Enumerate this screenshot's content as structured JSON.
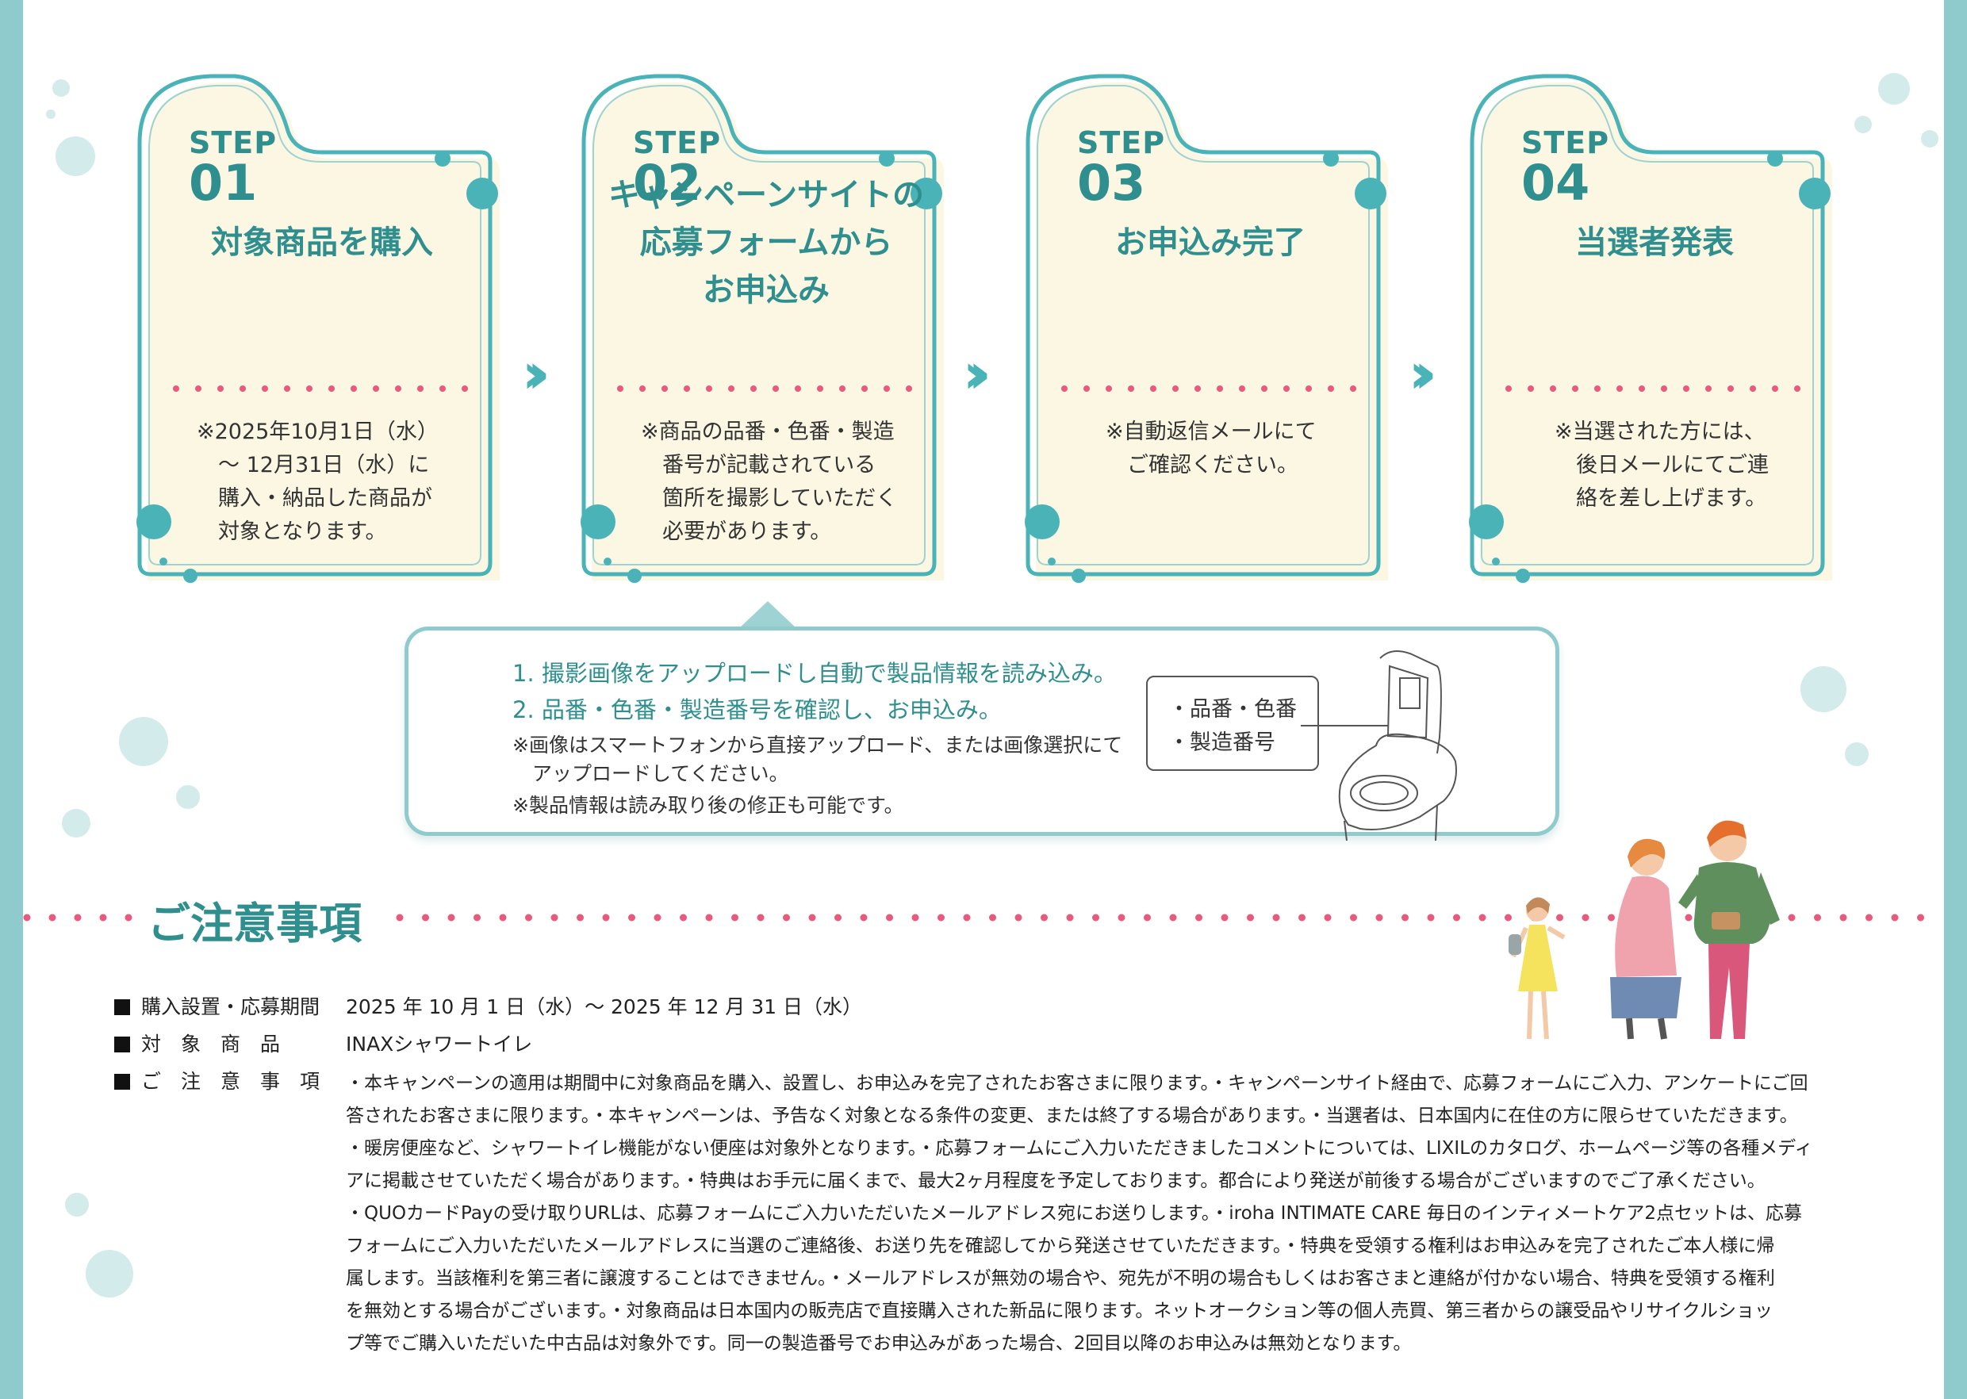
{
  "colors": {
    "teal": "#2f8f8f",
    "teal_light": "#8fcbcc",
    "cream": "#fbf7e2",
    "pink": "#e8597c"
  },
  "steps": [
    {
      "word": "STEP",
      "num": "01",
      "title": [
        "対象商品を購入"
      ],
      "note": [
        "※2025年10月1日（水）",
        "　～ 12月31日（水）に",
        "　購入・納品した商品が",
        "　対象となります。"
      ]
    },
    {
      "word": "STEP",
      "num": "02",
      "title": [
        "キャンペーンサイトの",
        "応募フォームから",
        "お申込み"
      ],
      "note": [
        "※商品の品番・色番・製造",
        "　番号が記載されている",
        "　箇所を撮影していただく",
        "　必要があります。"
      ]
    },
    {
      "word": "STEP",
      "num": "03",
      "title": [
        "お申込み完了"
      ],
      "note": [
        "※自動返信メールにて",
        "　ご確認ください。"
      ]
    },
    {
      "word": "STEP",
      "num": "04",
      "title": [
        "当選者発表"
      ],
      "note": [
        "※当選された方には、",
        "　後日メールにてご連",
        "　絡を差し上げます。"
      ]
    }
  ],
  "info": {
    "line1": "1. 撮影画像をアップロードし自動で製品情報を読み込み。",
    "line2": "2. 品番・色番・製造番号を確認し、お申込み。",
    "note1": "※画像はスマートフォンから直接アップロード、または画像選択にて",
    "note2": "　アップロードしてください。",
    "note3": "※製品情報は読み取り後の修正も可能です。",
    "label1": "・品番・色番",
    "label2": "・製造番号"
  },
  "notice": {
    "heading": "ご注意事項",
    "rows": [
      {
        "label": "購入設置・応募期間",
        "value": "2025 年 10 月 1 日（水）～ 2025 年 12 月 31 日（水）"
      },
      {
        "label": "対　象　商　品",
        "value": "INAXシャワートイレ"
      },
      {
        "label": "ご　注　意　事　項",
        "value": ""
      }
    ],
    "paragraph": [
      "・本キャンペーンの適用は期間中に対象商品を購入、設置し、お申込みを完了されたお客さまに限ります。・キャンペーンサイト経由で、応募フォームにご入力、アンケートにご回",
      "答されたお客さまに限ります。・本キャンペーンは、予告なく対象となる条件の変更、または終了する場合があります。・当選者は、日本国内に在住の方に限らせていただきます。",
      "・暖房便座など、シャワートイレ機能がない便座は対象外となります。・応募フォームにご入力いただきましたコメントについては、LIXILのカタログ、ホームページ等の各種メディ",
      "アに掲載させていただく場合があります。・特典はお手元に届くまで、最大2ヶ月程度を予定しております。都合により発送が前後する場合がございますのでご了承ください。",
      "・QUOカードPayの受け取りURLは、応募フォームにご入力いただいたメールアドレス宛にお送りします。・iroha INTIMATE CARE 毎日のインティメートケア2点セットは、応募",
      "フォームにご入力いただいたメールアドレスに当選のご連絡後、お送り先を確認してから発送させていただきます。・特典を受領する権利はお申込みを完了されたご本人様に帰",
      "属します。当該権利を第三者に譲渡することはできません。・メールアドレスが無効の場合や、宛先が不明の場合もしくはお客さまと連絡が付かない場合、特典を受領する権利",
      "を無効とする場合がございます。・対象商品は日本国内の販売店で直接購入された新品に限ります。ネットオークション等の個人売買、第三者からの譲受品やリサイクルショッ",
      "プ等でご購入いただいた中古品は対象外です。同一の製造番号でお申込みがあった場合、2回目以降のお申込みは無効となります。"
    ]
  }
}
